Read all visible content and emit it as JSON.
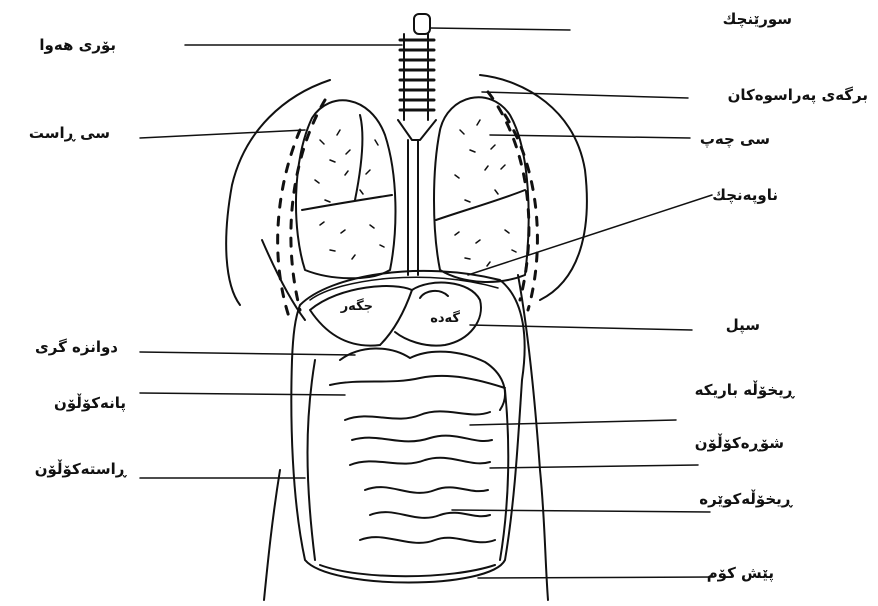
{
  "labels": {
    "trachea": "سورێنچك",
    "air_tube": "بۆری هەوا",
    "rib": "برگەی پەراسوەکان",
    "right_lung": "سی ڕاست",
    "left_lung": "سی چەپ",
    "diaphragm": "ناوپەنچك",
    "liver": "جگەر",
    "stomach": "گەدە",
    "spleen": "سپل",
    "duodenum": "دوانزە گری",
    "transverse_colon": "پانەکۆڵۆن",
    "small_intestine": "ڕیخۆڵە باریکە",
    "descending_colon": "شۆڕەکۆڵۆن",
    "ascending_colon": "ڕاستەکۆڵۆن",
    "sigmoid": "ڕیخۆڵەکوێرە",
    "rectum": "پێش کۆم"
  },
  "colors": {
    "ink": "#111111",
    "paper": "#ffffff"
  }
}
